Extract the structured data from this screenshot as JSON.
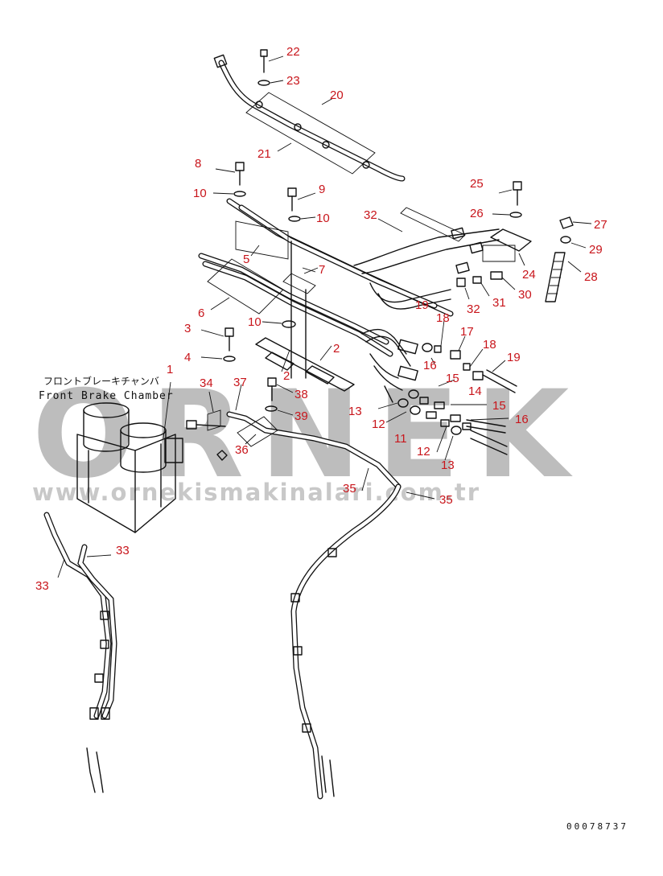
{
  "labels": {
    "chamber_jp": "フロントブレーキチャンバ",
    "chamber_en": "Front Brake Chamber",
    "drawing_code": "00078737"
  },
  "watermark": {
    "brand": "ORNEK",
    "url": "www.ornekismakinalari.com.tr"
  },
  "callouts": [
    {
      "id": "c22",
      "text": "22"
    },
    {
      "id": "c23",
      "text": "23"
    },
    {
      "id": "c20",
      "text": "20"
    },
    {
      "id": "c21",
      "text": "21"
    },
    {
      "id": "c8",
      "text": "8"
    },
    {
      "id": "c10a",
      "text": "10"
    },
    {
      "id": "c9",
      "text": "9"
    },
    {
      "id": "c10b",
      "text": "10"
    },
    {
      "id": "c32a",
      "text": "32"
    },
    {
      "id": "c25",
      "text": "25"
    },
    {
      "id": "c26",
      "text": "26"
    },
    {
      "id": "c27",
      "text": "27"
    },
    {
      "id": "c29",
      "text": "29"
    },
    {
      "id": "c28",
      "text": "28"
    },
    {
      "id": "c24",
      "text": "24"
    },
    {
      "id": "c5",
      "text": "5"
    },
    {
      "id": "c7",
      "text": "7"
    },
    {
      "id": "c6",
      "text": "6"
    },
    {
      "id": "c10c",
      "text": "10"
    },
    {
      "id": "c19a",
      "text": "19"
    },
    {
      "id": "c32b",
      "text": "32"
    },
    {
      "id": "c31",
      "text": "31"
    },
    {
      "id": "c30",
      "text": "30"
    },
    {
      "id": "c3",
      "text": "3"
    },
    {
      "id": "c4",
      "text": "4"
    },
    {
      "id": "c2a",
      "text": "2"
    },
    {
      "id": "c2b",
      "text": "2"
    },
    {
      "id": "c18a",
      "text": "18"
    },
    {
      "id": "c17",
      "text": "17"
    },
    {
      "id": "c18b",
      "text": "18"
    },
    {
      "id": "c16a",
      "text": "16"
    },
    {
      "id": "c19b",
      "text": "19"
    },
    {
      "id": "c15a",
      "text": "15"
    },
    {
      "id": "c14",
      "text": "14"
    },
    {
      "id": "c1",
      "text": "1"
    },
    {
      "id": "c34",
      "text": "34"
    },
    {
      "id": "c37",
      "text": "37"
    },
    {
      "id": "c38",
      "text": "38"
    },
    {
      "id": "c39",
      "text": "39"
    },
    {
      "id": "c13a",
      "text": "13"
    },
    {
      "id": "c15b",
      "text": "15"
    },
    {
      "id": "c12a",
      "text": "12"
    },
    {
      "id": "c16b",
      "text": "16"
    },
    {
      "id": "c11",
      "text": "11"
    },
    {
      "id": "c36",
      "text": "36"
    },
    {
      "id": "c12b",
      "text": "12"
    },
    {
      "id": "c13b",
      "text": "13"
    },
    {
      "id": "c35a",
      "text": "35"
    },
    {
      "id": "c35b",
      "text": "35"
    },
    {
      "id": "c33a",
      "text": "33"
    },
    {
      "id": "c33b",
      "text": "33"
    }
  ]
}
